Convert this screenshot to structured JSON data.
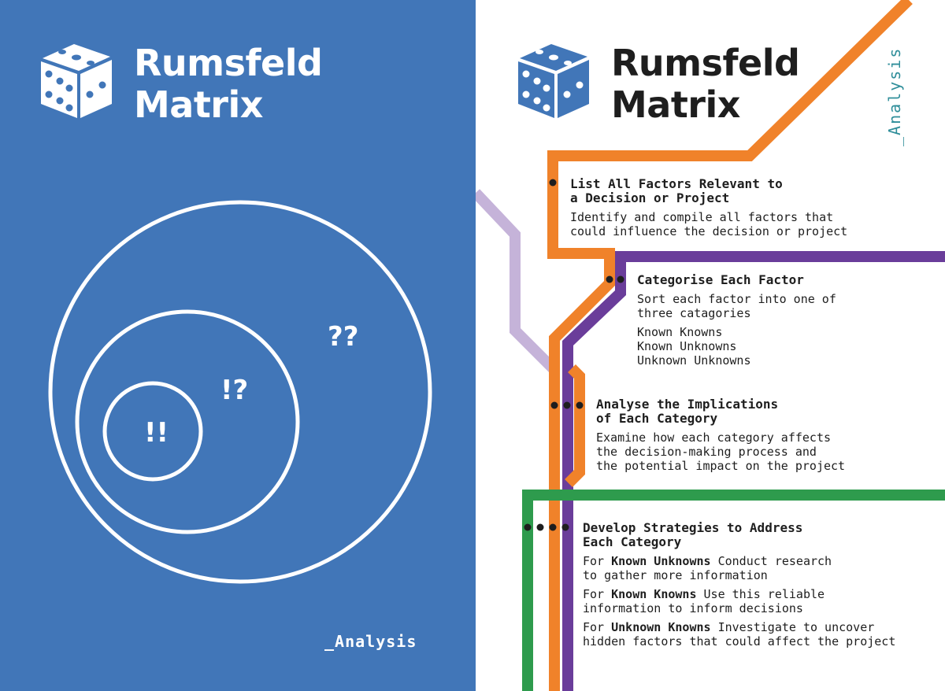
{
  "left_panel": {
    "title_line1": "Rumsfeld",
    "title_line2": "Matrix",
    "icon": "dice-icon",
    "glyph_outer": "??",
    "glyph_middle": "!?",
    "glyph_inner": "!!",
    "tag": "_Analysis"
  },
  "right_panel": {
    "title_line1": "Rumsfeld",
    "title_line2": "Matrix",
    "icon": "dice-icon",
    "tag": "_Analysis",
    "steps": [
      {
        "heading_line1": "List All Factors Relevant to",
        "heading_line2": "a Decision or Project",
        "body_line1": "Identify and compile all factors that",
        "body_line2": "could influence the decision or project"
      },
      {
        "heading": "Categorise Each Factor",
        "body_line1": "Sort each factor into one of",
        "body_line2": "three catagories",
        "items": [
          "Known Knowns",
          "Known Unknowns",
          "Unknown Unknowns"
        ]
      },
      {
        "heading_line1": "Analyse the Implications",
        "heading_line2": "of Each Category",
        "body_line1": "Examine how each category affects",
        "body_line2": "the decision-making process and",
        "body_line3": "the potential impact on the project"
      },
      {
        "heading_line1": "Develop Strategies to Address",
        "heading_line2": "Each Category",
        "strategies": [
          {
            "prefix": "For",
            "term": "Known Unknowns",
            "text_line1": "Conduct research",
            "text_line2": "to gather more information"
          },
          {
            "prefix": "For",
            "term": "Known Knowns",
            "text_line1": "Use this reliable",
            "text_line2": "information to inform decisions"
          },
          {
            "prefix": "For",
            "term": "Unknown Knowns",
            "text_line1": "Investigate to uncover",
            "text_line2": "hidden factors that could affect the project"
          }
        ]
      }
    ]
  },
  "colors": {
    "blue": "#4176b8",
    "orange": "#f0822a",
    "purple": "#6a3d9a",
    "lavender": "#c5b3d9",
    "green": "#2e9b4d",
    "teal": "#2f8e9a"
  }
}
